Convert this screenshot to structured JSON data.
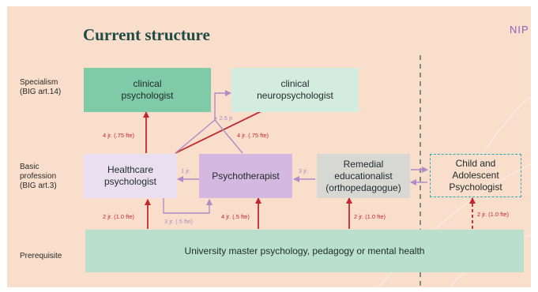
{
  "title": "Current structure",
  "logo": "NIP",
  "row_labels": {
    "specialism": "Specialism\n(BIG art.14)",
    "basic": "Basic\nprofession\n(BIG art.3)",
    "prerequisite": "Prerequisite"
  },
  "boxes": {
    "clinical_psychologist": "clinical\npsychologist",
    "clinical_neuropsychologist": "clinical\nneuropsychologist",
    "healthcare_psychologist": "Healthcare\npsychologist",
    "psychotherapist": "Psychotherapist",
    "remedial": "Remedial\neducationalist\n(orthopedagogue)",
    "child_adolescent": "Child and\nAdolescent\nPsychologist",
    "university": "University master psychology, pedagogy or mental health"
  },
  "arrow_labels": {
    "hp_to_cp": "4 jr. (.75 fte)",
    "hp_to_cnp": "4 jr. (.75 fte)",
    "to_cnp_purple": "+ 2,5 jr.",
    "pt_to_hp": "1 jr.",
    "rem_to_pt": "3 jr.",
    "hp_to_pt": "3 jr. (.5 fte)",
    "uni_to_hp": "2 jr. (1.0 fte)",
    "uni_to_pt": "4 jr. (.5 fte)",
    "uni_to_rem": "2 jr. (1.0 fte)",
    "uni_to_child": "2 jr. (1.0 fte)"
  },
  "colors": {
    "background": "#f8decb",
    "clinical_psychologist": "#7fcba7",
    "clinical_neuropsychologist": "#d4ecdf",
    "healthcare_psychologist": "#eadff0",
    "psychotherapist": "#d5b8e0",
    "remedial": "#d7d8d3",
    "university": "#b9e0cc",
    "red_arrow": "#c0282d",
    "purple_arrow": "#ad8cc7",
    "dashed_border": "#2fa7ad"
  }
}
